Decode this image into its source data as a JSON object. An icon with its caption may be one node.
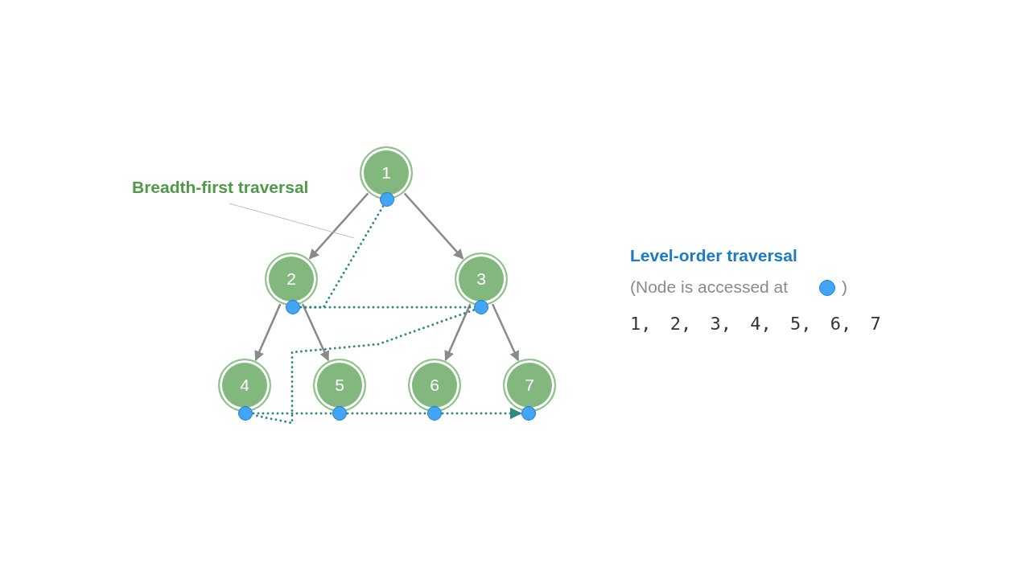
{
  "diagram": {
    "nodes": [
      {
        "text": [
          "1"
        ]
      },
      {
        "text": [
          "2"
        ]
      },
      {
        "text": [
          "3"
        ]
      },
      {
        "text": [
          "4"
        ]
      },
      {
        "text": [
          "5"
        ]
      },
      {
        "text": [
          "6"
        ]
      },
      {
        "text": [
          "7"
        ]
      },
      {
        "text": [],
        "shape": "circle"
      },
      {
        "text": [],
        "shape": "circle"
      },
      {
        "text": [],
        "shape": "circle"
      },
      {
        "text": [],
        "shape": "circle"
      },
      {
        "text": [],
        "shape": "circle"
      },
      {
        "text": [],
        "shape": "circle"
      },
      {
        "text": [],
        "shape": "circle"
      },
      {
        "text": [
          "Breadth-first traversal"
        ]
      }
    ],
    "edges": [
      {
        "from": 0,
        "to": 1,
        "arrow": "to",
        "color": "#8a8a8a"
      },
      {
        "from": 0,
        "to": 2,
        "arrow": "to",
        "color": "#8a8a8a"
      },
      {
        "from": 1,
        "to": 3,
        "arrow": "to",
        "color": "#8a8a8a"
      },
      {
        "from": 1,
        "to": 4,
        "arrow": "to",
        "color": "#8a8a8a"
      },
      {
        "from": 2,
        "to": 5,
        "arrow": "to",
        "color": "#8a8a8a"
      },
      {
        "from": 2,
        "to": 6,
        "arrow": "to",
        "color": "#8a8a8a"
      },
      {
        "from": 7,
        "to": 8,
        "arrow": "none",
        "style": "dashed",
        "color": "#2f8a7c"
      },
      {
        "from": 8,
        "to": 9,
        "arrow": "none",
        "style": "dashed",
        "color": "#2f8a7c"
      },
      {
        "from": 9,
        "to": 10,
        "arrow": "none",
        "style": "dashed",
        "color": "#2f8a7c"
      },
      {
        "from": 10,
        "to": 11,
        "arrow": "none",
        "style": "dashed",
        "color": "#2f8a7c"
      },
      {
        "from": 11,
        "to": 12,
        "arrow": "none",
        "style": "dashed",
        "color": "#2f8a7c"
      },
      {
        "from": 12,
        "to": 13,
        "arrow": "to",
        "style": "dashed",
        "color": "#2f8a7c"
      },
      {
        "from": 14,
        "to": null,
        "arrow": "none",
        "color": "#bdbdbd"
      }
    ],
    "labels": [
      "Level-order traversal",
      "(Node is accessed at",
      ")",
      "1, 2, 3, 4, 5, 6, 7"
    ]
  }
}
